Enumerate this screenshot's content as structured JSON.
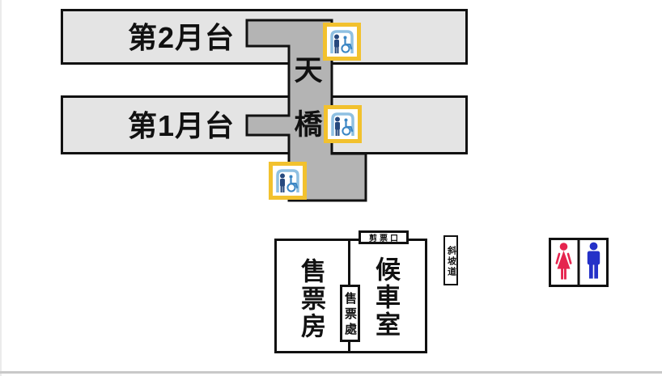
{
  "platforms": [
    {
      "label": "第2月台"
    },
    {
      "label": "第1月台"
    }
  ],
  "footbridge": {
    "label": "天橋",
    "char_top": "天",
    "char_bottom": "橋"
  },
  "elevators": {
    "icon_name": "accessible-elevator-icon",
    "count": 3
  },
  "ticket_hall": {
    "ticket_office_label": "售票房",
    "waiting_room_label": "候車室",
    "ticket_gate_label": "剪票口",
    "ticket_counter_label": "售票處",
    "ramp_label": "斜坡道"
  },
  "restroom": {
    "female_color": "#e5244e",
    "male_color": "#2431c8"
  },
  "colors": {
    "platform_fill": "#e4e4e4",
    "footbridge_fill": "#b4b4b4",
    "outline": "#111111",
    "elevator_border_yellow": "#f2c12e",
    "elevator_frame_blue": "#8fc0e2",
    "elevator_person_navy": "#27497e",
    "wheelchair_blue": "#3b86c4",
    "bottom_line": "#c9c9c9"
  }
}
